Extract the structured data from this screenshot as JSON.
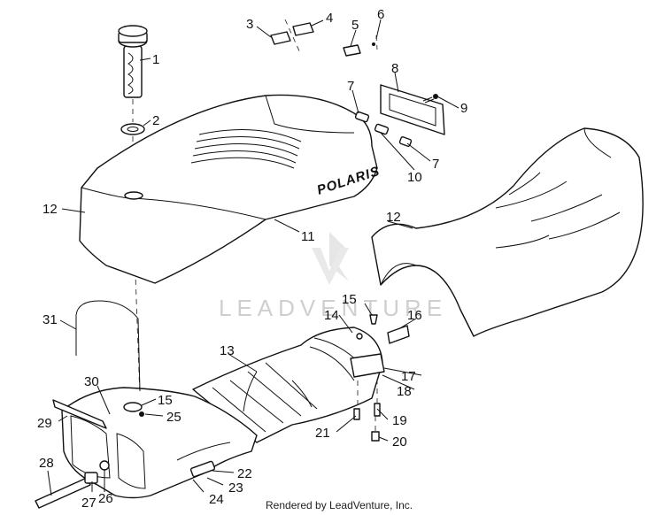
{
  "callouts": {
    "c1": "1",
    "c2": "2",
    "c3": "3",
    "c4": "4",
    "c5": "5",
    "c6": "6",
    "c7a": "7",
    "c7b": "7",
    "c8": "8",
    "c9": "9",
    "c10": "10",
    "c11": "11",
    "c12a": "12",
    "c12b": "12",
    "c13": "13",
    "c14": "14",
    "c15a": "15",
    "c15b": "15",
    "c16": "16",
    "c17": "17",
    "c18": "18",
    "c19": "19",
    "c20": "20",
    "c21": "21",
    "c22": "22",
    "c23": "23",
    "c24": "24",
    "c25": "25",
    "c26": "26",
    "c27": "27",
    "c28": "28",
    "c29": "29",
    "c30": "30",
    "c31": "31"
  },
  "seat_logo": "POLARIS",
  "watermark": "LEADVENTURE",
  "credit": "Rendered by LeadVenture, Inc."
}
